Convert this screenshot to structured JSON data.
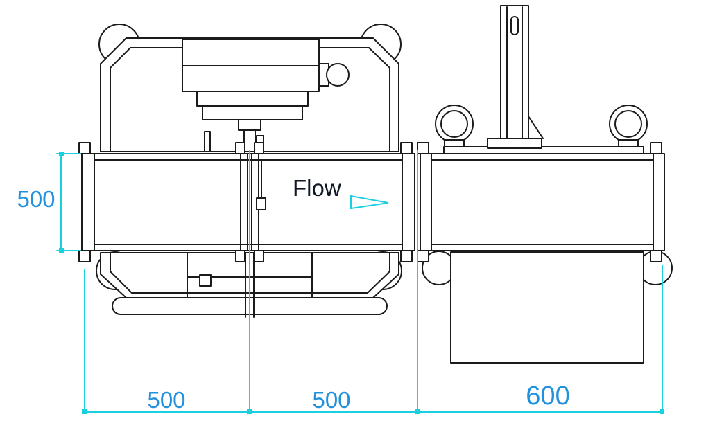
{
  "colors": {
    "background": "#ffffff",
    "linework": "#1b1b1b",
    "dimension_line": "#1ad0de",
    "dimension_text": "#2191dd",
    "flow_text": "#101826"
  },
  "annotations": {
    "flow_label": "Flow",
    "height_dimension": "500",
    "bottom_dimension_left": "500",
    "bottom_dimension_middle": "500",
    "bottom_dimension_right": "600"
  }
}
